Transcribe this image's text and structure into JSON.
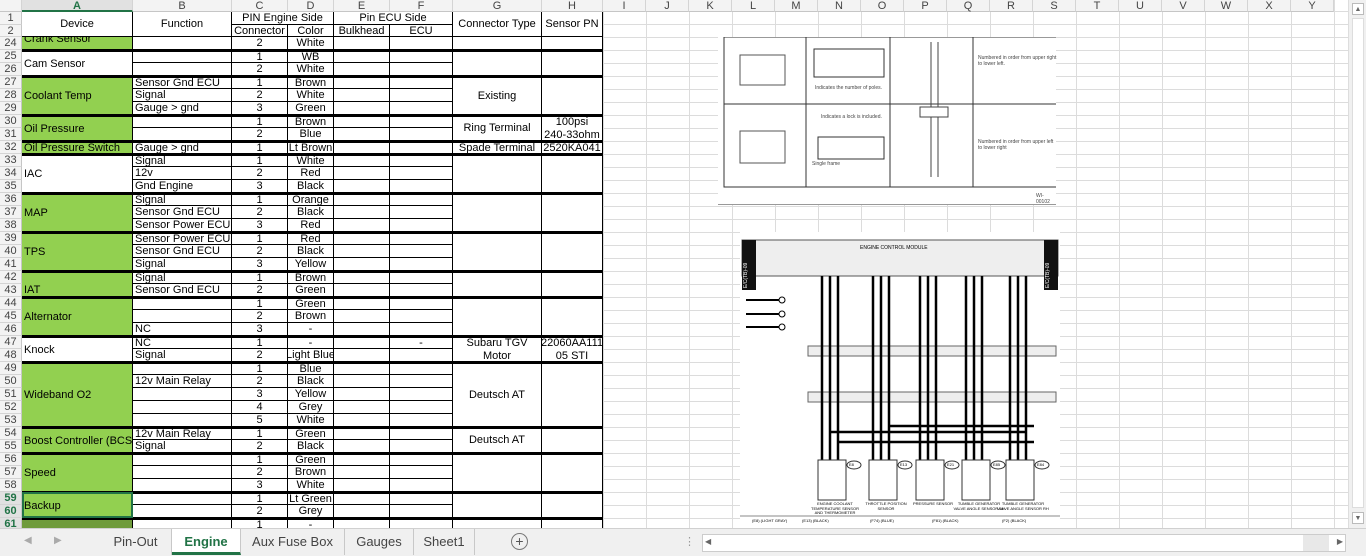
{
  "columns": [
    "A",
    "B",
    "C",
    "D",
    "E",
    "F",
    "G",
    "H",
    "I",
    "J",
    "K",
    "L",
    "M",
    "N",
    "O",
    "P",
    "Q",
    "R",
    "S",
    "T",
    "U",
    "V",
    "W",
    "X",
    "Y"
  ],
  "header": {
    "device": "Device",
    "function": "Function",
    "pin_engine_side": "PIN Engine Side",
    "connector": "Connector",
    "color": "Color",
    "pin_ecu_side": "Pin ECU Side",
    "bulkhead": "Bulkhead",
    "ecu": "ECU",
    "connector_type": "Connector Type",
    "sensor_pn": "Sensor PN",
    "row1": "1",
    "row2": "2"
  },
  "groups": [
    {
      "device": "Crank Sensor",
      "fill": "green",
      "rows": [
        {
          "n": "24",
          "fn": "",
          "pin": "2",
          "color": "White",
          "ecu": ""
        }
      ],
      "type": "",
      "pn": ""
    },
    {
      "device": "Cam Sensor",
      "fill": "white",
      "rows": [
        {
          "n": "25",
          "fn": "",
          "pin": "1",
          "color": "WB",
          "ecu": ""
        },
        {
          "n": "26",
          "fn": "",
          "pin": "2",
          "color": "White",
          "ecu": ""
        }
      ],
      "type": "",
      "pn": ""
    },
    {
      "device": "Coolant Temp",
      "fill": "green",
      "rows": [
        {
          "n": "27",
          "fn": "Sensor Gnd ECU",
          "pin": "1",
          "color": "Brown",
          "ecu": ""
        },
        {
          "n": "28",
          "fn": "Signal",
          "pin": "2",
          "color": "White",
          "ecu": ""
        },
        {
          "n": "29",
          "fn": "Gauge > gnd",
          "pin": "3",
          "color": "Green",
          "ecu": ""
        }
      ],
      "type": "Existing",
      "pn": ""
    },
    {
      "device": "Oil Pressure",
      "fill": "green",
      "rows": [
        {
          "n": "30",
          "fn": "",
          "pin": "1",
          "color": "Brown",
          "ecu": ""
        },
        {
          "n": "31",
          "fn": "",
          "pin": "2",
          "color": "Blue",
          "ecu": ""
        }
      ],
      "type": "Ring Terminal",
      "pn": "100psi 240-33ohm"
    },
    {
      "device": "Oil Pressure Switch",
      "fill": "green",
      "rows": [
        {
          "n": "32",
          "fn": "Gauge > gnd",
          "pin": "1",
          "color": "Lt Brown",
          "ecu": ""
        }
      ],
      "type": "Spade Terminal",
      "pn": "2520KA041"
    },
    {
      "device": "IAC",
      "fill": "white",
      "rows": [
        {
          "n": "33",
          "fn": "Signal",
          "pin": "1",
          "color": "White",
          "ecu": ""
        },
        {
          "n": "34",
          "fn": "12v",
          "pin": "2",
          "color": "Red",
          "ecu": ""
        },
        {
          "n": "35",
          "fn": "Gnd Engine",
          "pin": "3",
          "color": "Black",
          "ecu": ""
        }
      ],
      "type": "",
      "pn": ""
    },
    {
      "device": "MAP",
      "fill": "green",
      "rows": [
        {
          "n": "36",
          "fn": "Signal",
          "pin": "1",
          "color": "Orange",
          "ecu": ""
        },
        {
          "n": "37",
          "fn": "Sensor Gnd ECU",
          "pin": "2",
          "color": "Black",
          "ecu": ""
        },
        {
          "n": "38",
          "fn": "Sensor Power ECU",
          "pin": "3",
          "color": "Red",
          "ecu": ""
        }
      ],
      "type": "",
      "pn": ""
    },
    {
      "device": "TPS",
      "fill": "green",
      "rows": [
        {
          "n": "39",
          "fn": "Sensor Power ECU",
          "pin": "1",
          "color": "Red",
          "ecu": ""
        },
        {
          "n": "40",
          "fn": "Sensor Gnd ECU",
          "pin": "2",
          "color": "Black",
          "ecu": ""
        },
        {
          "n": "41",
          "fn": "Signal",
          "pin": "3",
          "color": "Yellow",
          "ecu": ""
        }
      ],
      "type": "",
      "pn": ""
    },
    {
      "device": "IAT",
      "fill": "green",
      "valign": "bottom",
      "rows": [
        {
          "n": "42",
          "fn": "Signal",
          "pin": "1",
          "color": "Brown",
          "ecu": ""
        },
        {
          "n": "43",
          "fn": "Sensor Gnd ECU",
          "pin": "2",
          "color": "Green",
          "ecu": ""
        }
      ],
      "type": "",
      "pn": ""
    },
    {
      "device": "Alternator",
      "fill": "green",
      "rows": [
        {
          "n": "44",
          "fn": "",
          "pin": "1",
          "color": "Green",
          "ecu": ""
        },
        {
          "n": "45",
          "fn": "",
          "pin": "2",
          "color": "Brown",
          "ecu": ""
        },
        {
          "n": "46",
          "fn": "NC",
          "pin": "3",
          "color": "-",
          "ecu": ""
        }
      ],
      "type": "",
      "pn": ""
    },
    {
      "device": "Knock",
      "fill": "white",
      "rows": [
        {
          "n": "47",
          "fn": "NC",
          "pin": "1",
          "color": "-",
          "ecu": "-"
        },
        {
          "n": "48",
          "fn": "Signal",
          "pin": "2",
          "color": "Light Blue",
          "ecu": ""
        }
      ],
      "type": "Subaru TGV Motor",
      "pn": "22060AA111 05 STI"
    },
    {
      "device": "Wideband O2",
      "fill": "green",
      "rows": [
        {
          "n": "49",
          "fn": "",
          "pin": "1",
          "color": "Blue",
          "ecu": ""
        },
        {
          "n": "50",
          "fn": "12v Main Relay",
          "pin": "2",
          "color": "Black",
          "ecu": ""
        },
        {
          "n": "51",
          "fn": "",
          "pin": "3",
          "color": "Yellow",
          "ecu": ""
        },
        {
          "n": "52",
          "fn": "",
          "pin": "4",
          "color": "Grey",
          "ecu": ""
        },
        {
          "n": "53",
          "fn": "",
          "pin": "5",
          "color": "White",
          "ecu": ""
        }
      ],
      "type": "Deutsch AT",
      "pn": ""
    },
    {
      "device": "Boost Controller (BCS)",
      "fill": "green",
      "rows": [
        {
          "n": "54",
          "fn": "12v Main Relay",
          "pin": "1",
          "color": "Green",
          "ecu": ""
        },
        {
          "n": "55",
          "fn": "Signal",
          "pin": "2",
          "color": "Black",
          "ecu": ""
        }
      ],
      "type": "Deutsch AT",
      "pn": ""
    },
    {
      "device": "Speed",
      "fill": "green",
      "rows": [
        {
          "n": "56",
          "fn": "",
          "pin": "1",
          "color": "Green",
          "ecu": ""
        },
        {
          "n": "57",
          "fn": "",
          "pin": "2",
          "color": "Brown",
          "ecu": ""
        },
        {
          "n": "58",
          "fn": "",
          "pin": "3",
          "color": "White",
          "ecu": ""
        }
      ],
      "type": "",
      "pn": ""
    },
    {
      "device": "Backup",
      "fill": "green",
      "selected": true,
      "rows": [
        {
          "n": "59",
          "fn": "",
          "pin": "1",
          "color": "Lt Green",
          "ecu": ""
        },
        {
          "n": "60",
          "fn": "",
          "pin": "2",
          "color": "Grey",
          "ecu": ""
        }
      ],
      "type": "",
      "pn": ""
    },
    {
      "device": "",
      "fill": "dkgreen",
      "selected": true,
      "rows": [
        {
          "n": "61",
          "fn": "",
          "pin": "1",
          "color": "-",
          "ecu": ""
        }
      ],
      "type": "",
      "pn": ""
    }
  ],
  "diagram_top": {
    "note1": "Numbered in order from upper right to lower left.",
    "note2": "Numbered in order from upper left to lower right",
    "poles": "Indicates the number of poles.",
    "lock": "Indicates a lock is included.",
    "single": "Single frame",
    "code": "WI-00102"
  },
  "diagram_bottom": {
    "title": "ENGINE CONTROL MODULE",
    "side": "E/C(TB)-09",
    "sensors": [
      "ENGINE COOLANT TEMPERATURE SENSOR AND THERMOMETER",
      "THROTTLE POSITION SENSOR",
      "PRESSURE SENSOR",
      "TUMBLE GENERATOR VALVE ANGLE SENSOR LH",
      "TUMBLE GENERATOR VALVE ANGLE SENSOR RH"
    ],
    "connectors": [
      "E8",
      "E13",
      "E21",
      "E85",
      "E84"
    ],
    "legend": [
      "(E8) (LIGHT GRAY)",
      "(E13) (BLACK)",
      "(F74) (BLUE)",
      "(F81) (BLACK)",
      "(F2) (BLACK)"
    ]
  },
  "sheet_tabs": [
    {
      "label": "Pin-Out",
      "active": false
    },
    {
      "label": "Engine",
      "active": true
    },
    {
      "label": "Aux Fuse Box",
      "active": false
    },
    {
      "label": "Gauges",
      "active": false
    },
    {
      "label": "Sheet1",
      "active": false
    }
  ],
  "add_sheet": "+"
}
